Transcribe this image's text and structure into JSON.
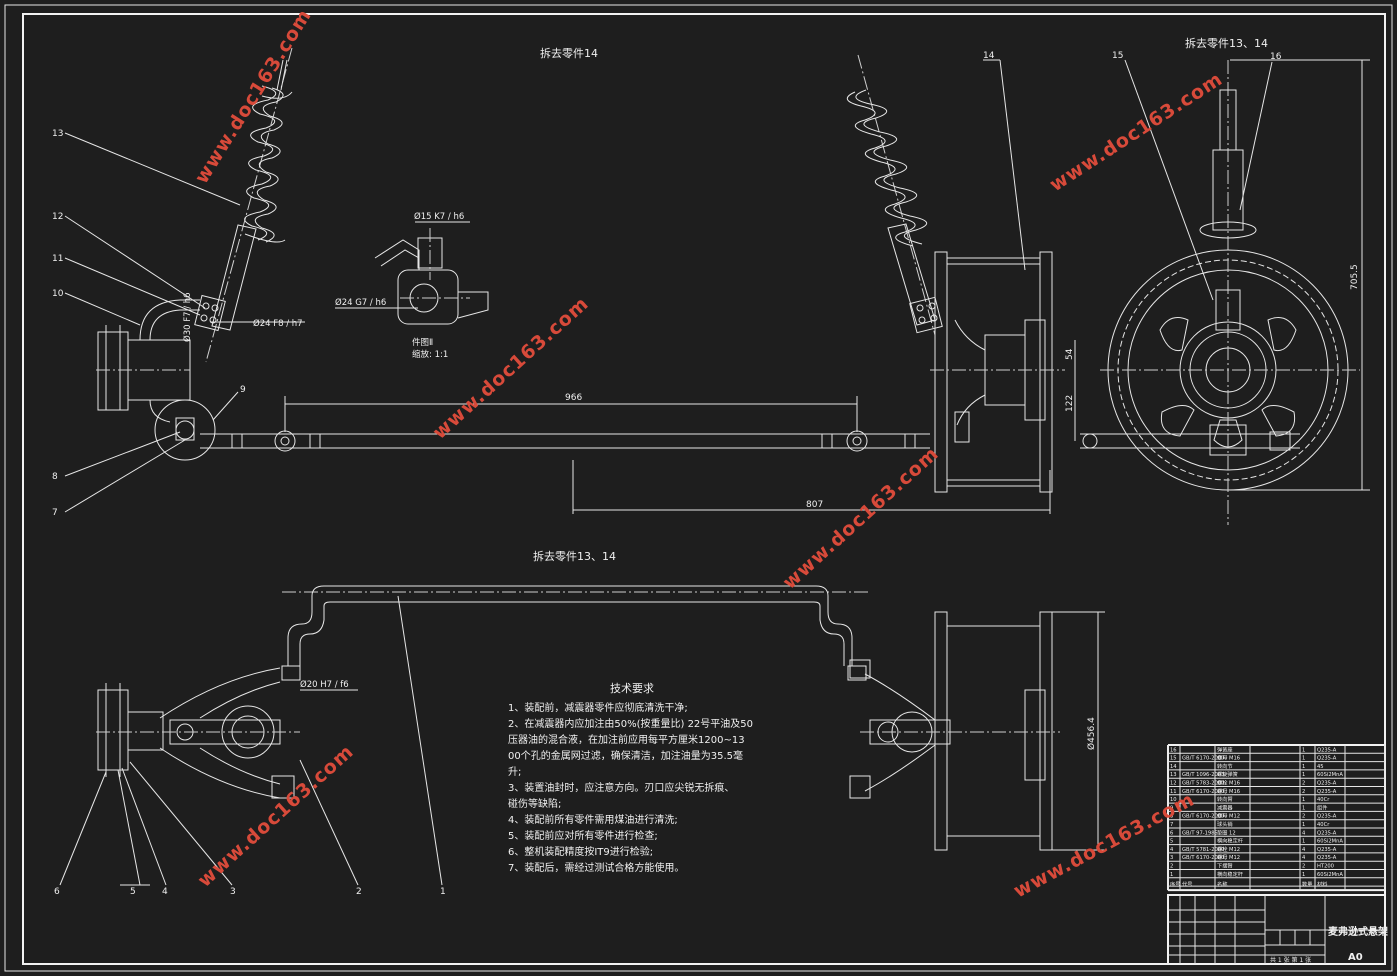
{
  "views": {
    "view_a_title": "拆去零件14",
    "view_b_title": "拆去零件13、14",
    "view_c_title": "拆去零件13、14"
  },
  "detail": {
    "fit_top": "Ø15 K7 / h6",
    "fit_left": "Ø24 G7 / h6",
    "label": "件图Ⅱ",
    "scale": "缩放:  1:1"
  },
  "dimensions": {
    "fit_shock": "Ø24 F8 / h7",
    "fit_arm": "Ø30 F7 / h6",
    "d966": "966",
    "d807": "807",
    "d705": "705.5",
    "d54": "54",
    "d122": "122",
    "fit_bottom": "Ø20 H7 / f6",
    "d456": "Ø456.4"
  },
  "callouts": [
    "1",
    "2",
    "3",
    "4",
    "5",
    "6",
    "7",
    "8",
    "9",
    "10",
    "11",
    "12",
    "13",
    "14",
    "15",
    "16"
  ],
  "tech": {
    "title": "技术要求",
    "lines": [
      "1、装配前，减震器零件应彻底清洗干净;",
      "2、在减震器内应加注由50%(按重量比) 22号平油及50",
      "压器油的混合液，在加注前应用每平方厘米1200~13",
      "00个孔的金属网过滤，确保清洁，加注油量为35.5毫",
      "升;",
      "3、装置油封时，应注意方向。刃口应尖锐无拆痕、",
      "碰伤等缺陷;",
      "4、装配前所有零件需用煤油进行清洗;",
      "5、装配前应对所有零件进行检查;",
      "6、整机装配精度按IT9进行检验;",
      "7、装配后，需经过测试合格方能使用。"
    ]
  },
  "title_block": {
    "drawing_name": "麦弗逊式悬架",
    "sheet_size": "A0",
    "sheet_info": "共 1 张  第 1 张",
    "bom_rows": [
      [
        "16",
        "",
        "弹簧座",
        "1",
        "Q235-A"
      ],
      [
        "15",
        "GB/T 6170-2000",
        "螺母 M16",
        "1",
        "Q235-A"
      ],
      [
        "14",
        "",
        "转向节",
        "1",
        "45"
      ],
      [
        "13",
        "GB/T 1096-2003",
        "螺旋弹簧",
        "1",
        "60Si2MnA"
      ],
      [
        "12",
        "GB/T 5783-2000",
        "螺栓 M16",
        "2",
        "Q235-A"
      ],
      [
        "11",
        "GB/T 6170-2000",
        "螺母 M16",
        "2",
        "Q235-A"
      ],
      [
        "10",
        "",
        "转向臂",
        "1",
        "40Cr"
      ],
      [
        "9",
        "",
        "减震器",
        "1",
        "组件"
      ],
      [
        "8",
        "GB/T 6170-2000",
        "螺母 M12",
        "2",
        "Q235-A"
      ],
      [
        "7",
        "",
        "球头销",
        "1",
        "40Cr"
      ],
      [
        "6",
        "GB/T 97-1985",
        "垫圈 12",
        "4",
        "Q235-A"
      ],
      [
        "5",
        "",
        "横向稳定杆",
        "1",
        "60Si2MnA"
      ],
      [
        "4",
        "GB/T 5781-2000",
        "螺栓 M12",
        "4",
        "Q235-A"
      ],
      [
        "3",
        "GB/T 6170-2000",
        "螺母 M12",
        "4",
        "Q235-A"
      ],
      [
        "2",
        "",
        "下摆臂",
        "2",
        "HT200"
      ],
      [
        "1",
        "",
        "横向稳定杆",
        "1",
        "60Si2MnA"
      ]
    ],
    "bom_header": [
      "序号",
      "代号",
      "名称",
      "数量",
      "材料"
    ]
  },
  "watermark": "www.doc163.com"
}
